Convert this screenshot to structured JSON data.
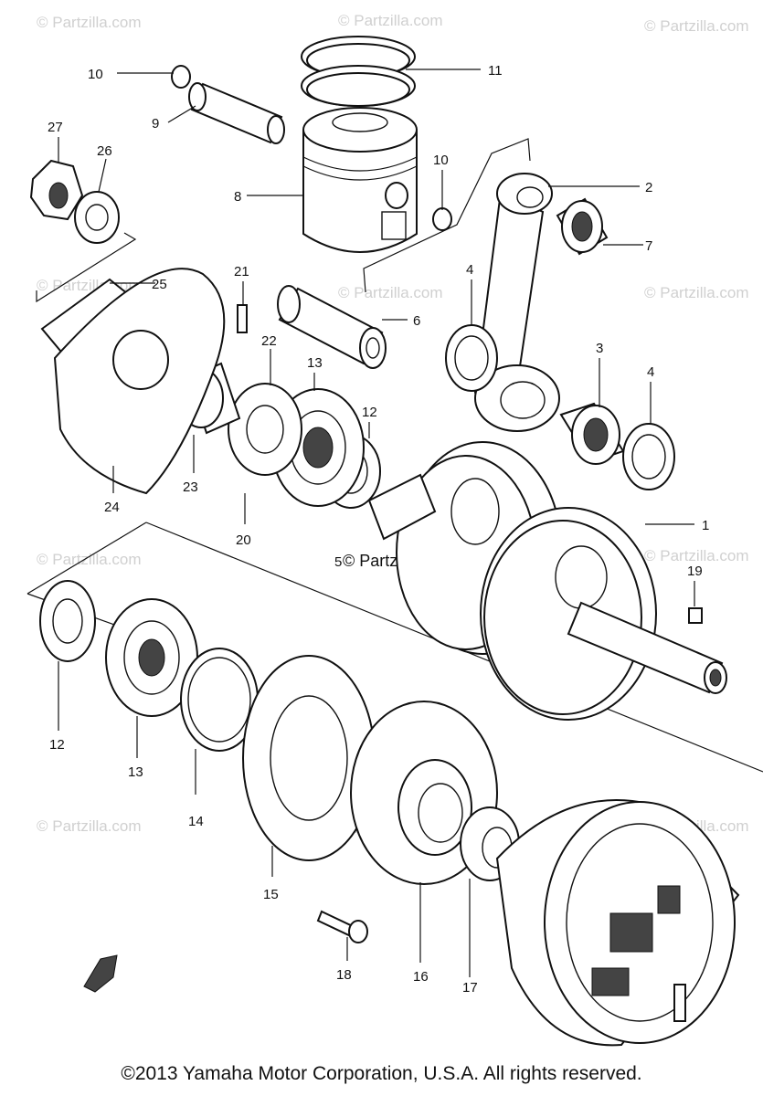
{
  "diagram": {
    "labels": [
      "1",
      "2",
      "3",
      "4",
      "4",
      "5",
      "6",
      "7",
      "8",
      "9",
      "10",
      "10",
      "11",
      "12",
      "12",
      "13",
      "13",
      "14",
      "15",
      "16",
      "17",
      "18",
      "19",
      "20",
      "21",
      "22",
      "23",
      "24",
      "25",
      "26",
      "27"
    ],
    "watermark": "© Partzilla.com",
    "copyright": "©2013 Yamaha Motor Corporation, U.S.A. All rights reserved."
  }
}
